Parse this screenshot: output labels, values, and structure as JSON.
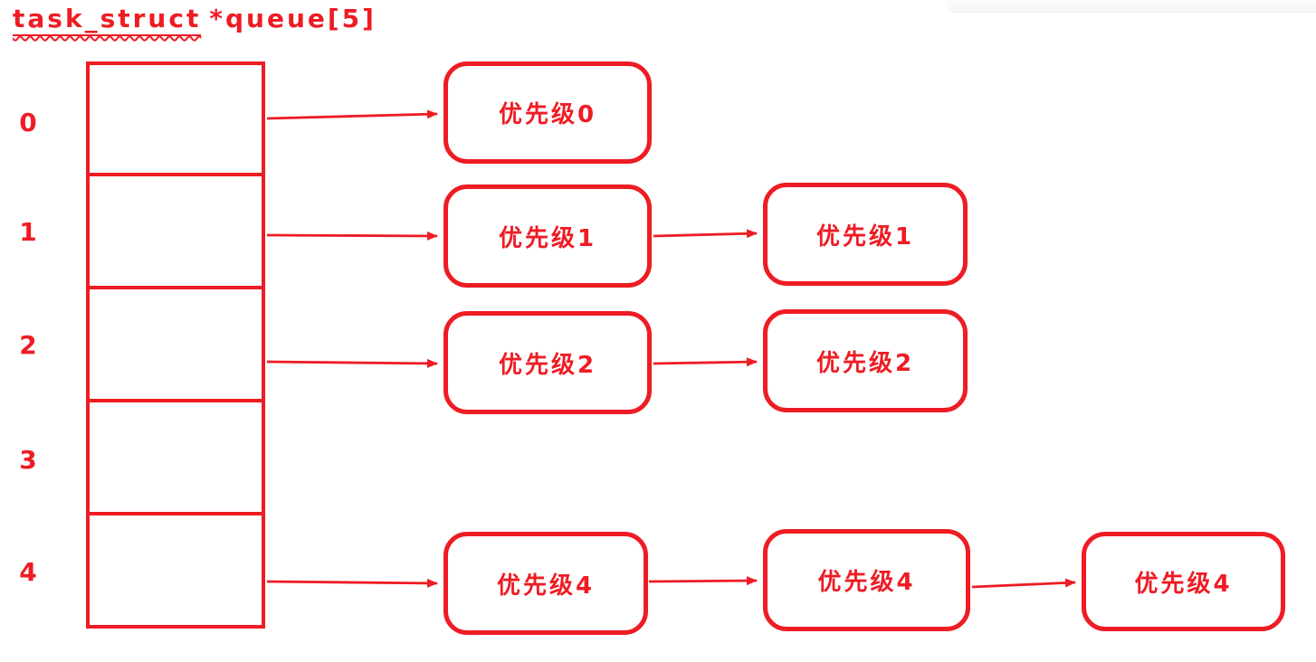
{
  "title": {
    "full": "task_struct *queue[5]",
    "underlined": "task_struct",
    "rest": "*queue[5]"
  },
  "colors": {
    "accent": "#ee1c24",
    "background": "#ffffff",
    "window_strip": "#f8f8f9"
  },
  "array": {
    "name": "task_struct *queue[5]",
    "size": 5
  },
  "rows": [
    {
      "index": "0",
      "nodes": [
        "优先级0"
      ]
    },
    {
      "index": "1",
      "nodes": [
        "优先级1",
        "优先级1"
      ]
    },
    {
      "index": "2",
      "nodes": [
        "优先级2",
        "优先级2"
      ]
    },
    {
      "index": "3",
      "nodes": []
    },
    {
      "index": "4",
      "nodes": [
        "优先级4",
        "优先级4",
        "优先级4"
      ]
    }
  ]
}
